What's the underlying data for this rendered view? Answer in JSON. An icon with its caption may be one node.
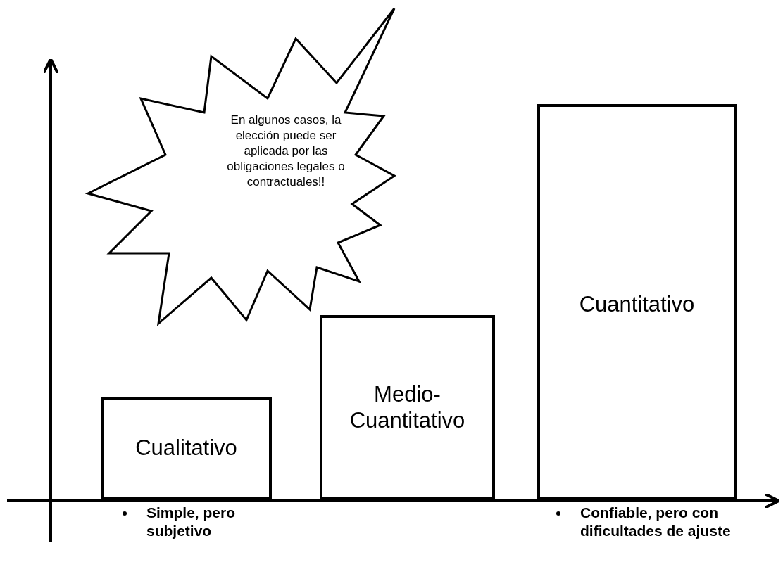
{
  "diagram": {
    "nodes": [
      {
        "text": [
          "En algunos casos, la elección puede ser aplicada por las obligaciones legales o contractuales!!"
        ]
      },
      {
        "text": [
          "Cualitativo"
        ],
        "beside": [
          "Simple, pero subjetivo"
        ]
      },
      {
        "text": [
          "Medio- Cuantitativo"
        ]
      },
      {
        "text": [
          "Cuantitativo"
        ],
        "beside": [
          "Confiable, pero con dificultades de ajuste"
        ]
      }
    ]
  }
}
